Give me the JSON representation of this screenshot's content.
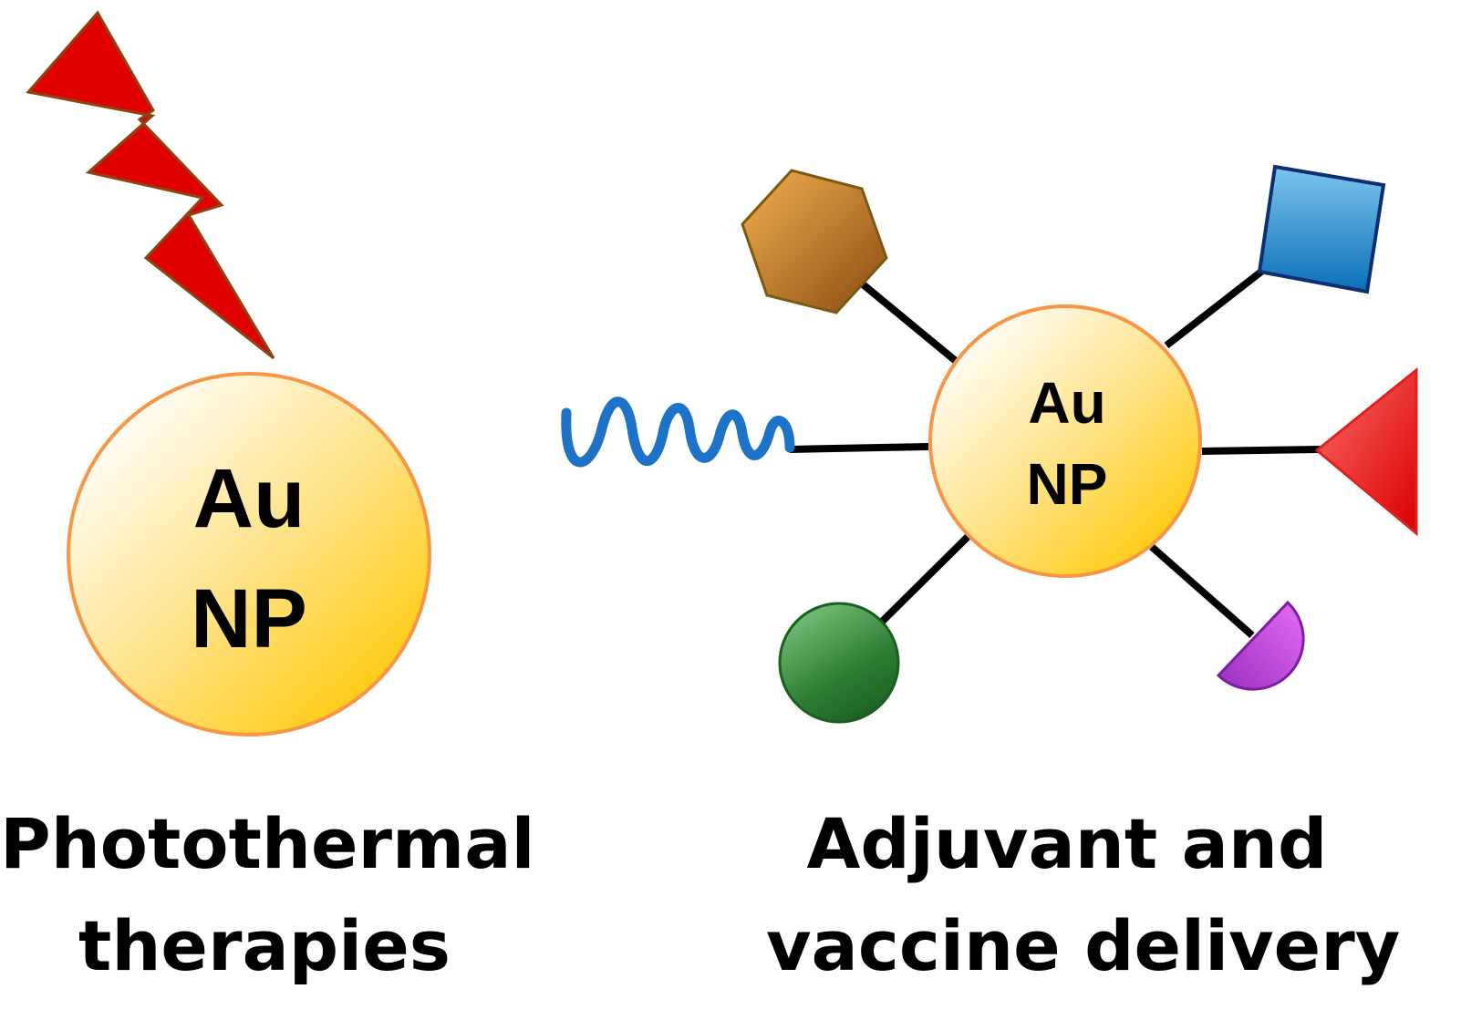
{
  "left_panel": {
    "particle_line1": "Au",
    "particle_line2": "NP",
    "caption_line1": "Photothermal",
    "caption_line2": "therapies"
  },
  "right_panel": {
    "particle_line1": "Au",
    "particle_line2": "NP",
    "caption_line1": "Adjuvant and",
    "caption_line2": "vaccine delivery"
  },
  "colors": {
    "nanoparticle_fill_light": "#FFF8E6",
    "nanoparticle_fill_dark": "#FFC800",
    "nanoparticle_stroke": "#F79646",
    "lightning_fill": "#E00000",
    "lightning_stroke": "#8B4513",
    "linker": "#000000",
    "hexagon": "#B8721E",
    "square": "#1E88C8",
    "triangle": "#F01818",
    "circle": "#2E7D32",
    "half_disc": "#C04BE0",
    "squiggle": "#1E73C8"
  },
  "icons": {
    "light": "lightning-bolt-icon",
    "ligand_1": "hexagon-icon",
    "ligand_2": "square-icon",
    "ligand_3": "triangle-icon",
    "ligand_4": "circle-icon",
    "ligand_5": "half-disc-icon",
    "ligand_6": "squiggle-icon"
  }
}
